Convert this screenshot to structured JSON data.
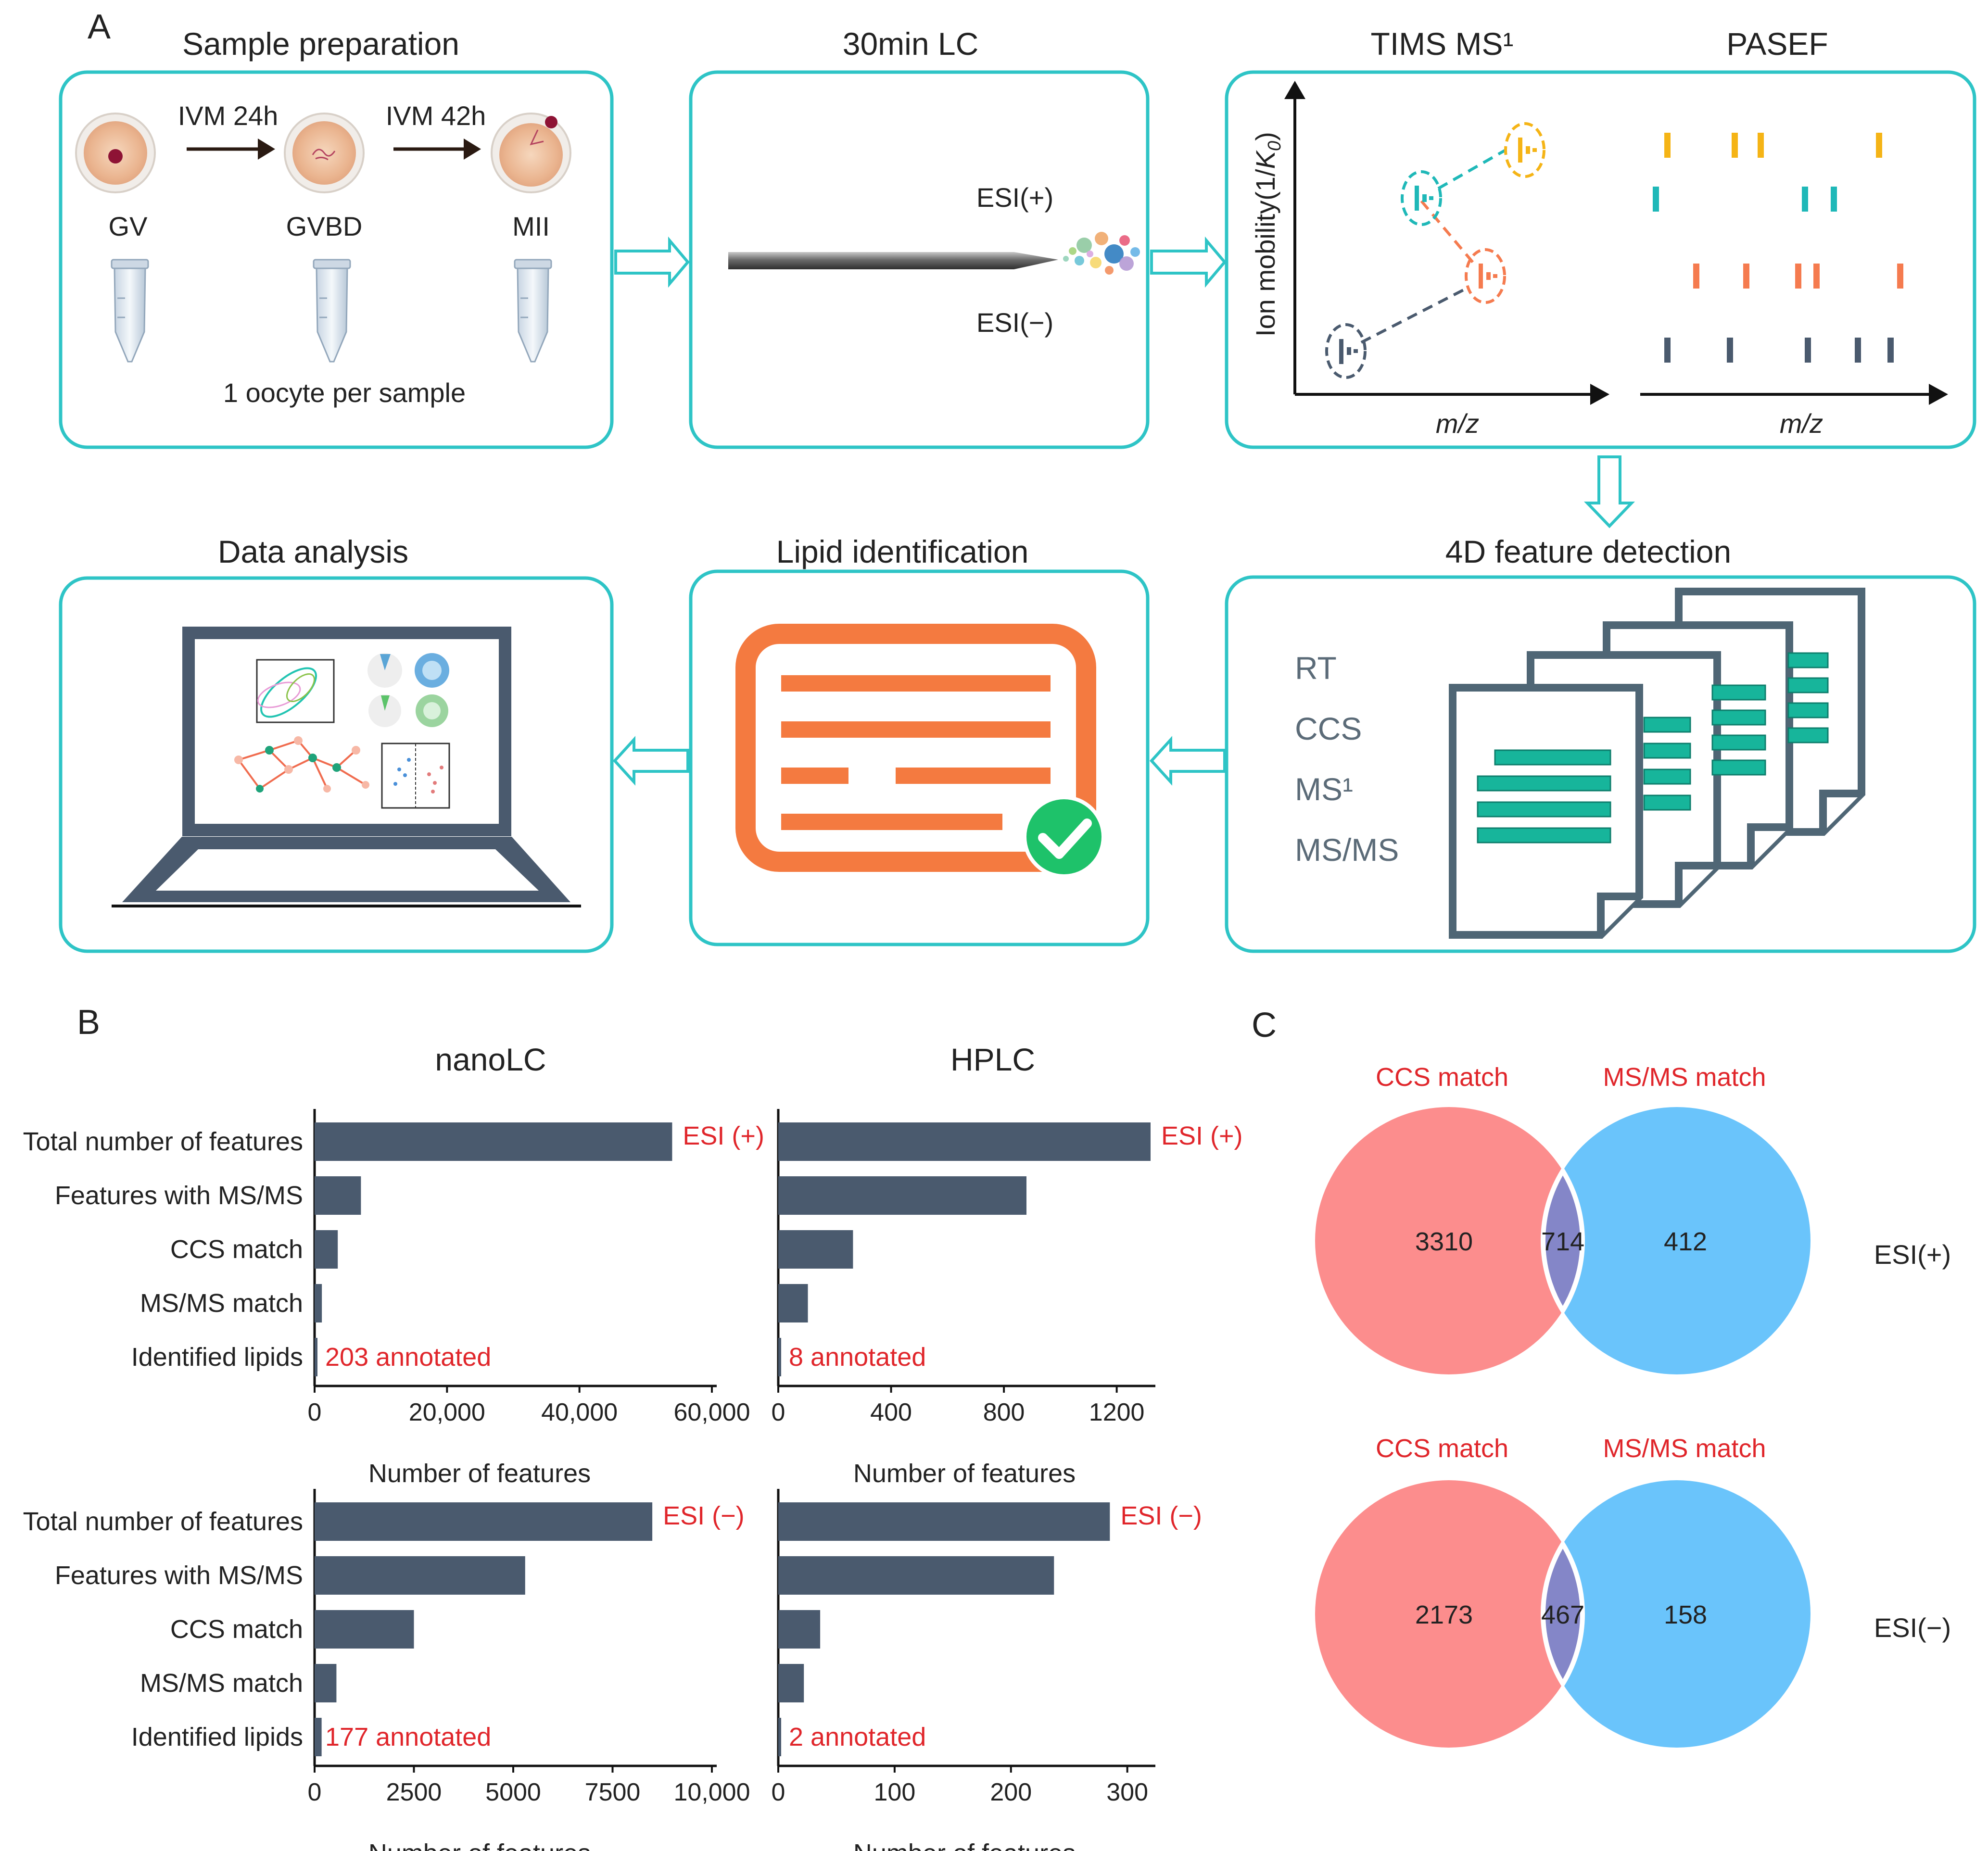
{
  "panels": {
    "a": "A",
    "b": "B",
    "c": "C"
  },
  "workflow": {
    "sample_prep": {
      "title": "Sample preparation",
      "step1": "IVM 24h",
      "step2": "IVM 42h",
      "stages": [
        "GV",
        "GVBD",
        "MII"
      ],
      "note": "1 oocyte per sample"
    },
    "lc": {
      "title": "30min LC",
      "pos": "ESI(+)",
      "neg": "ESI(−)"
    },
    "tims": {
      "title": "TIMS MS¹",
      "ylabel_main": "Ion mobility(1/",
      "ylabel_k": "K",
      "ylabel_sub": "0",
      "ylabel_close": ")",
      "xlabel": "m/z"
    },
    "pasef": {
      "title": "PASEF",
      "xlabel": "m/z"
    },
    "feature": {
      "title": "4D feature detection",
      "items": [
        "RT",
        "CCS",
        "MS¹",
        "MS/MS"
      ]
    },
    "lipid": {
      "title": "Lipid identification"
    },
    "analysis": {
      "title": "Data analysis"
    }
  },
  "colors": {
    "frame": "#2ec4c6",
    "bar": "#4a5a6e",
    "doc": "#4f6675",
    "doc_fill": "#17b59b",
    "lipid": "#f47a40",
    "check": "#1ec26a",
    "venn_left": "#fc8d8d",
    "venn_right": "#6ac4fb",
    "venn_mid": "#8486c8",
    "annot": "#e0262b",
    "ion_yellow": "#f5b416",
    "ion_teal": "#1fb8b8",
    "ion_orange": "#f57b4f",
    "ion_dark": "#4a5a6e"
  },
  "panel_b": {
    "categories": [
      "Total number of features",
      "Features with MS/MS",
      "CCS match",
      "MS/MS match",
      "Identified lipids"
    ],
    "x_title": "Number of features",
    "col_titles": [
      "nanoLC",
      "HPLC"
    ]
  },
  "chart_data": [
    {
      "type": "bar",
      "title": "nanoLC",
      "series_label": "ESI (+)",
      "annotation": "203 annotated",
      "categories": [
        "Total number of features",
        "Features with MS/MS",
        "CCS match",
        "MS/MS match",
        "Identified lipids"
      ],
      "values": [
        54000,
        7000,
        3500,
        1100,
        203
      ],
      "xlim": [
        0,
        60000
      ],
      "ticks": [
        "0",
        "20,000",
        "40,000",
        "60,000"
      ],
      "tick_values": [
        0,
        20000,
        40000,
        60000
      ],
      "xlabel": "Number of features"
    },
    {
      "type": "bar",
      "title": "HPLC",
      "series_label": "ESI (+)",
      "annotation": "8 annotated",
      "categories": [
        "Total number of features",
        "Features with MS/MS",
        "CCS match",
        "MS/MS match",
        "Identified lipids"
      ],
      "values": [
        1320,
        880,
        265,
        105,
        8
      ],
      "xlim": [
        0,
        1320
      ],
      "ticks": [
        "0",
        "400",
        "800",
        "1200"
      ],
      "tick_values": [
        0,
        400,
        800,
        1200
      ],
      "xlabel": "Number of features"
    },
    {
      "type": "bar",
      "title": "",
      "series_label": "ESI (−)",
      "annotation": "177 annotated",
      "categories": [
        "Total number of features",
        "Features with MS/MS",
        "CCS match",
        "MS/MS match",
        "Identified lipids"
      ],
      "values": [
        8500,
        5300,
        2500,
        550,
        177
      ],
      "xlim": [
        0,
        10000
      ],
      "ticks": [
        "0",
        "2500",
        "5000",
        "7500",
        "10,000"
      ],
      "tick_values": [
        0,
        2500,
        5000,
        7500,
        10000
      ],
      "xlabel": "Number of features"
    },
    {
      "type": "bar",
      "title": "",
      "series_label": "ESI (−)",
      "annotation": "2 annotated",
      "categories": [
        "Total number of features",
        "Features with MS/MS",
        "CCS match",
        "MS/MS match",
        "Identified lipids"
      ],
      "values": [
        285,
        237,
        36,
        22,
        2
      ],
      "xlim": [
        0,
        320
      ],
      "ticks": [
        "0",
        "100",
        "200",
        "300"
      ],
      "tick_values": [
        0,
        100,
        200,
        300
      ],
      "xlabel": "Number of features"
    }
  ],
  "panel_c": [
    {
      "left_label": "CCS match",
      "right_label": "MS/MS match",
      "left_only": "3310",
      "both": "714",
      "right_only": "412",
      "mode": "ESI(+)"
    },
    {
      "left_label": "CCS match",
      "right_label": "MS/MS match",
      "left_only": "2173",
      "both": "467",
      "right_only": "158",
      "mode": "ESI(−)"
    }
  ]
}
